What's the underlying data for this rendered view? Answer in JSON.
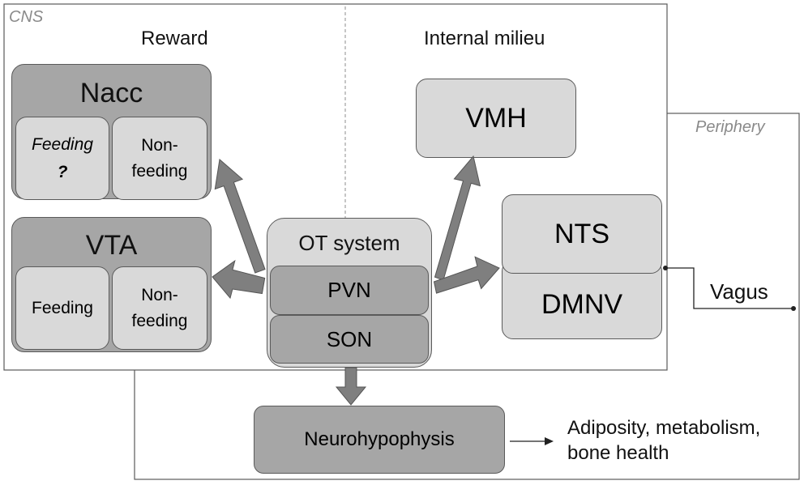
{
  "panels": {
    "cns": "CNS",
    "periphery": "Periphery"
  },
  "headers": {
    "reward": "Reward",
    "internal_milieu": "Internal milieu"
  },
  "nacc": {
    "title": "Nacc",
    "left": {
      "line1": "Feeding",
      "line2": "?"
    },
    "right": {
      "line1": "Non-",
      "line2": "feeding"
    }
  },
  "vta": {
    "title": "VTA",
    "left": {
      "line1": "Feeding"
    },
    "right": {
      "line1": "Non-",
      "line2": "feeding"
    }
  },
  "ot": {
    "title": "OT system",
    "pvn": "PVN",
    "son": "SON"
  },
  "vmh": "VMH",
  "nts": "NTS",
  "dmnv": "DMNV",
  "vagus": "Vagus",
  "neurohypophysis": "Neurohypophysis",
  "outcome": {
    "line1": "Adiposity, metabolism,",
    "line2": "bone health"
  },
  "colors": {
    "dark_box": "#a6a6a6",
    "light_box": "#d9d9d9",
    "arrow": "#7f7f7f",
    "border": "#5a5a5a"
  }
}
